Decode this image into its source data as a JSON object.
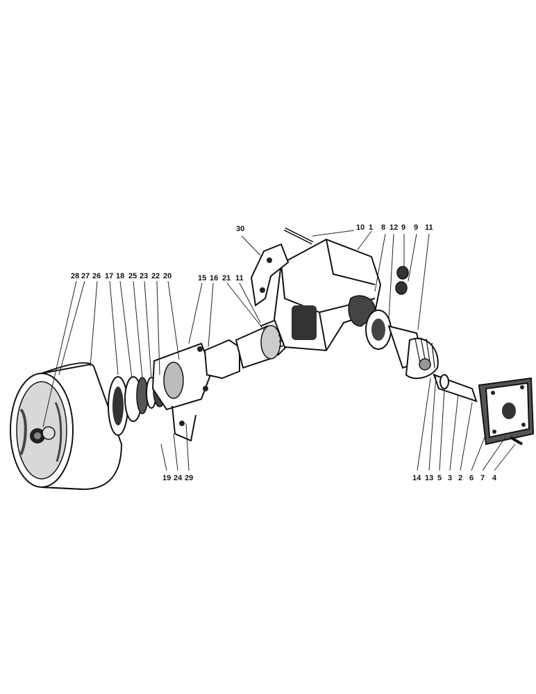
{
  "diagram": {
    "type": "exploded-parts-drawing",
    "callouts_top_center": [
      "30",
      "10",
      "1",
      "8",
      "12",
      "9",
      "9",
      "11"
    ],
    "callouts_top_left": [
      "28",
      "27",
      "26",
      "17",
      "18",
      "25",
      "23",
      "22",
      "20"
    ],
    "callouts_top_mid": [
      "15",
      "16",
      "21",
      "11"
    ],
    "callouts_bottom_left": [
      "19",
      "24",
      "29"
    ],
    "callouts_bottom_right": [
      "14",
      "13",
      "5",
      "3",
      "2",
      "6",
      "7",
      "4"
    ]
  }
}
